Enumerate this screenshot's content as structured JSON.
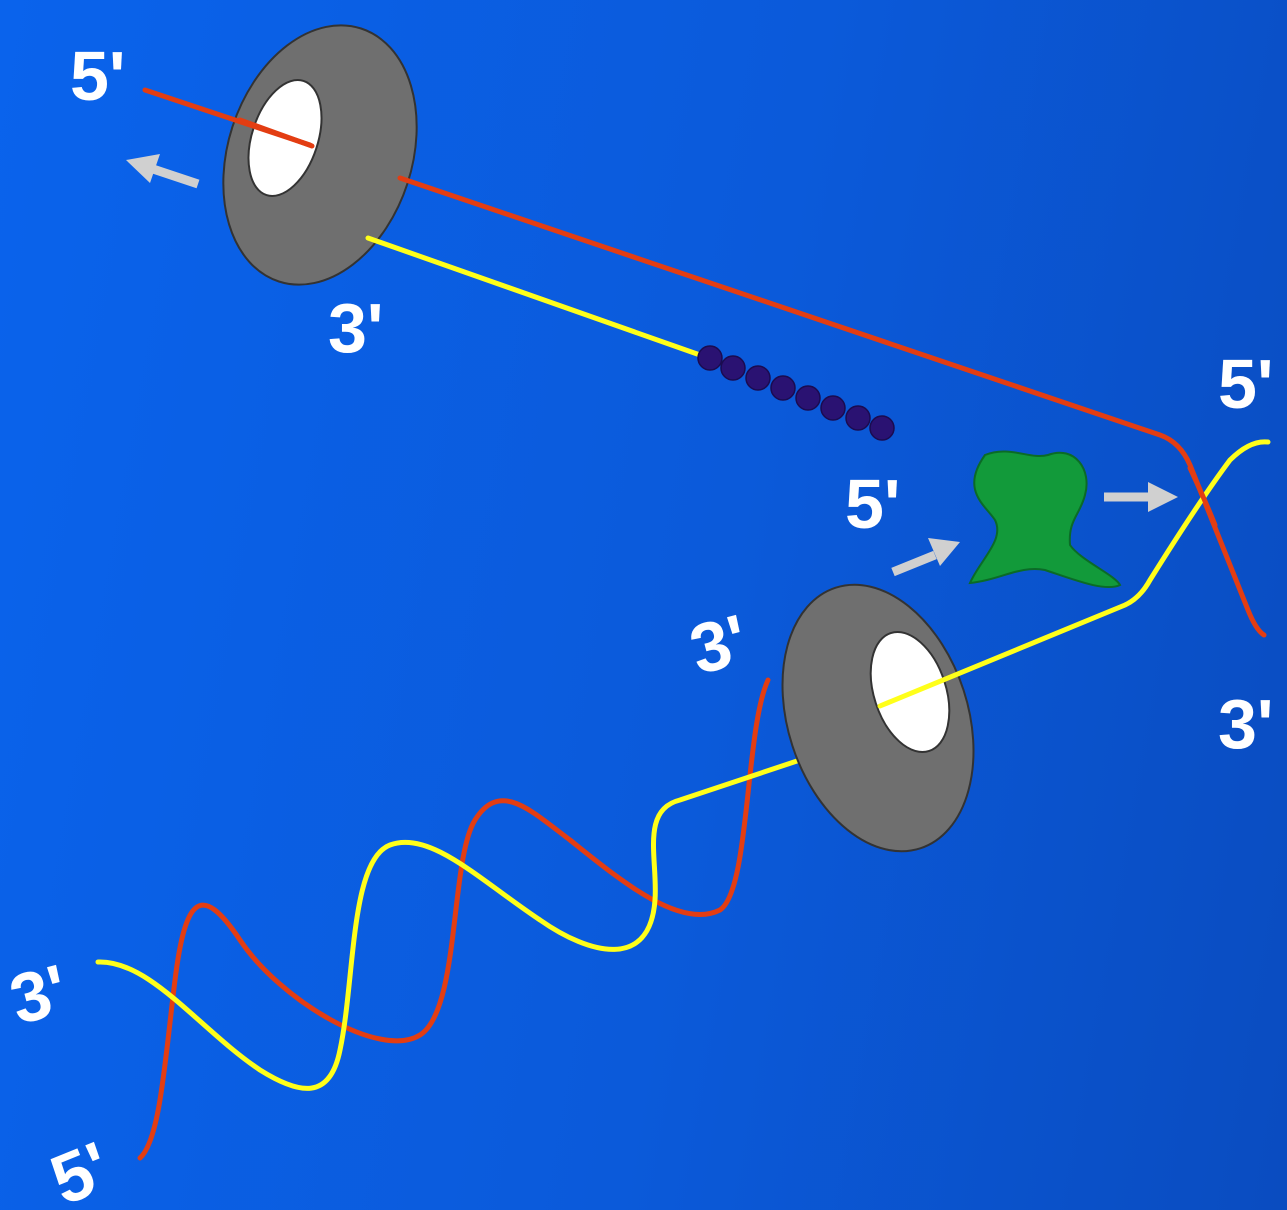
{
  "labels": {
    "top_left_5": "5'",
    "top_left_3": "3'",
    "right_5_top": "5'",
    "right_3_bottom": "3'",
    "middle_5": "5'",
    "middle_3": "3'",
    "bottom_left_3": "3'",
    "bottom_left_5": "5'"
  },
  "colors": {
    "background": "#0a5ee0",
    "strand_red": "#e33d12",
    "strand_yellow": "#ffff1a",
    "clamp_gray": "#6f6f6f",
    "protein_green": "#129a3a",
    "primer_beads": "#2a1272",
    "arrow": "#d0d0d0",
    "label": "#ffffff"
  },
  "icons": {
    "clamp": "sliding-clamp-ring-icon",
    "protein": "helicase-protein-icon",
    "arrow": "direction-arrow-icon",
    "primer": "rna-primer-beads-icon"
  }
}
